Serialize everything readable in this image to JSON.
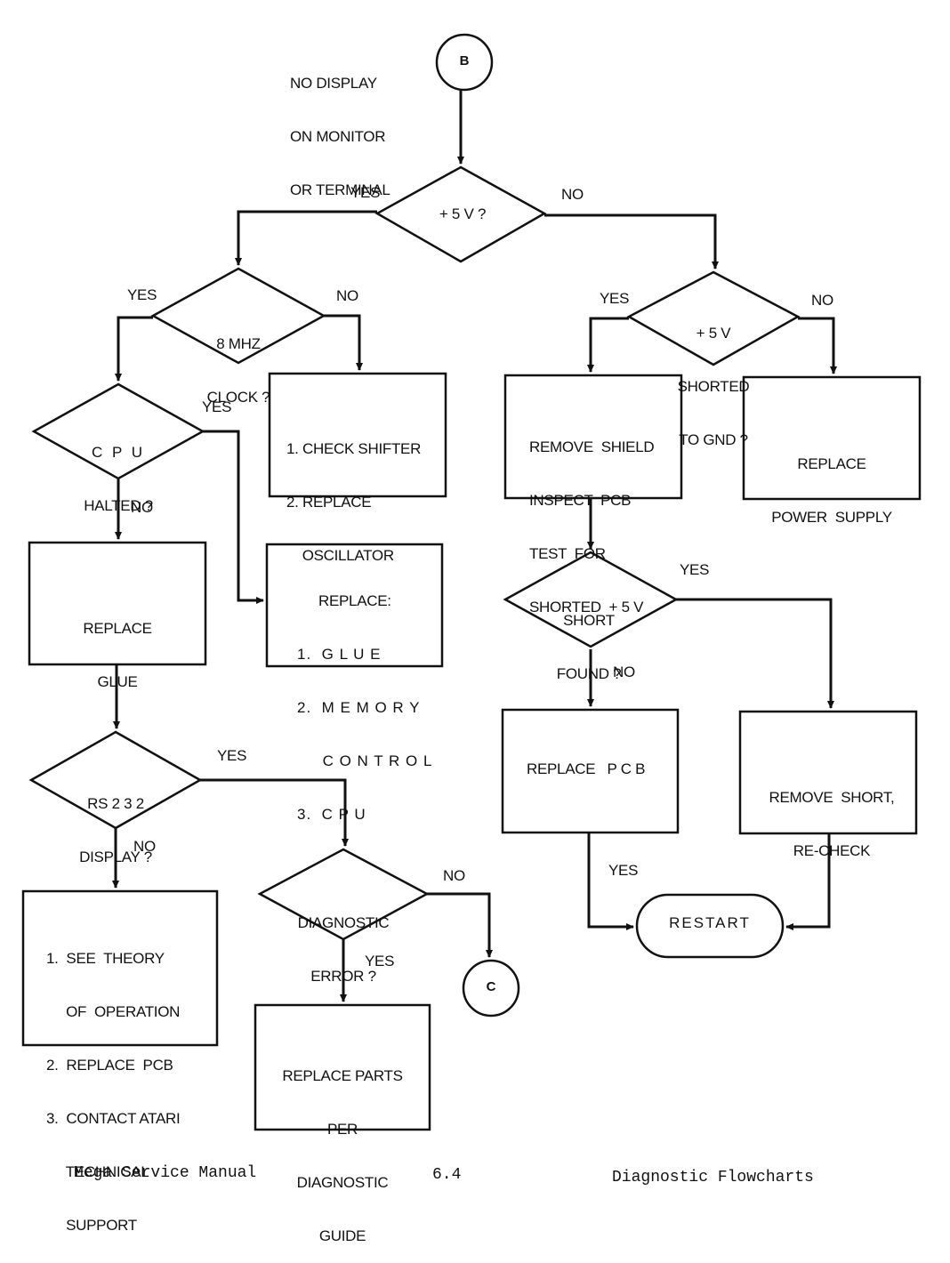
{
  "start_connector": "B",
  "end_connector": "C",
  "start_note": [
    "NO DISPLAY",
    "ON MONITOR",
    "OR TERMINAL"
  ],
  "decisions": {
    "plus5v": "+ 5 V ?",
    "clock": [
      "8 MHZ",
      "CLOCK ?"
    ],
    "cpu_halted": [
      "C P U",
      "HALTED ?"
    ],
    "rs232": [
      "RS 2 3 2",
      "DISPLAY ?"
    ],
    "diag_error": [
      "DIAGNOSTIC",
      "ERROR ?"
    ],
    "shorted": [
      "+ 5 V",
      "SHORTED",
      "TO GND ?"
    ],
    "short_found": [
      "SHORT",
      "FOUND ?"
    ]
  },
  "boxes": {
    "check_shifter": [
      "1. CHECK SHIFTER",
      "2. REPLACE",
      "    OSCILLATOR"
    ],
    "replace_chips": {
      "heading": "REPLACE:",
      "items": [
        "1.  G L U E",
        "2.  M E M O R Y",
        "     C O N T R O L",
        "3.  C P U"
      ]
    },
    "replace_glue": [
      "REPLACE",
      "GLUE"
    ],
    "see_theory": [
      "1.  SEE  THEORY",
      "     OF  OPERATION",
      "2.  REPLACE  PCB",
      "3.  CONTACT ATARI",
      "     TECHNICAL",
      "     SUPPORT"
    ],
    "replace_parts": [
      "REPLACE PARTS",
      "PER",
      "DIAGNOSTIC",
      "GUIDE"
    ],
    "remove_shield": [
      "REMOVE  SHIELD",
      "INSPECT  PCB",
      "TEST  FOR",
      "SHORTED  + 5 V"
    ],
    "replace_power": [
      "REPLACE",
      "POWER  SUPPLY"
    ],
    "replace_pcb": "REPLACE   P C B",
    "remove_short": [
      "REMOVE  SHORT,",
      "RE-CHECK"
    ]
  },
  "terminal": "RESTART",
  "branch_labels": {
    "plus5v_yes": "YES",
    "plus5v_no": "NO",
    "clock_yes": "YES",
    "clock_no": "NO",
    "cpu_yes": "YES",
    "cpu_no": "NO",
    "rs232_yes": "YES",
    "rs232_no": "NO",
    "diag_no": "NO",
    "diag_yes": "YES",
    "shorted_yes": "YES",
    "shorted_no": "NO",
    "found_yes": "YES",
    "found_no": "NO",
    "pcb_yes": "YES"
  },
  "footer": {
    "left": "Mega Service Manual",
    "center": "6.4",
    "right": "Diagnostic Flowcharts"
  }
}
